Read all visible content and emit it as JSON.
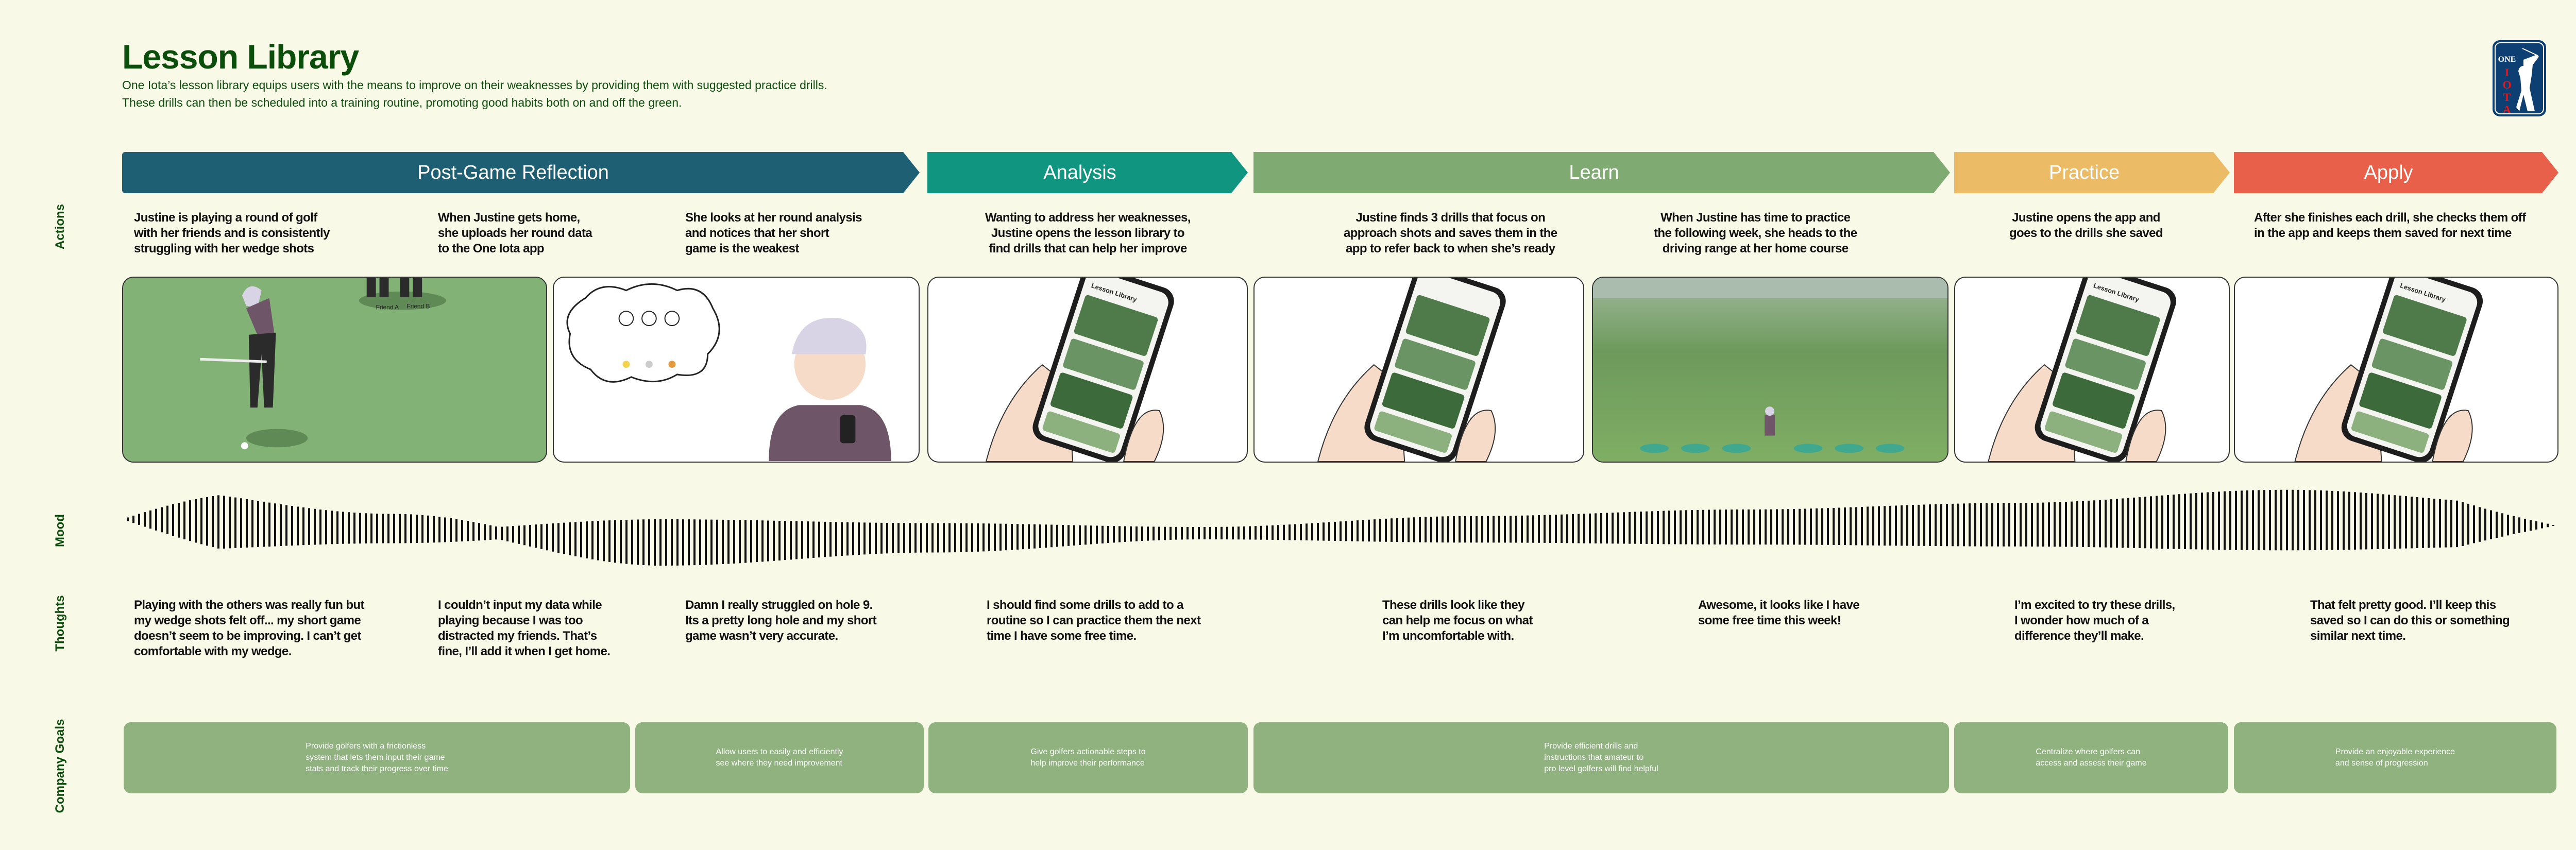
{
  "header": {
    "title": "Lesson Library",
    "subtitle_lines": [
      "One Iota’s lesson library equips users with the means to improve on their weaknesses by providing them with suggested practice drills.",
      "These drills can then be scheduled into a training routine, promoting good habits both on and off the green."
    ],
    "logo": {
      "line1": "ONE",
      "line2": "IOTA",
      "mark": "®"
    }
  },
  "row_labels": {
    "actions": "Actions",
    "mood": "Mood",
    "thoughts": "Thoughts",
    "goals": "Company Goals"
  },
  "colors": {
    "post_game": "#1f5f73",
    "analysis": "#0f9580",
    "learn": "#7faa72",
    "practice": "#ebbb66",
    "apply": "#e9604a",
    "goal_box": "#8fb27f",
    "title": "#0b4d0b",
    "background": "#f8f9e6"
  },
  "phases": [
    {
      "label": "Post-Game Reflection"
    },
    {
      "label": "Analysis"
    },
    {
      "label": "Learn"
    },
    {
      "label": "Practice"
    },
    {
      "label": "Apply"
    }
  ],
  "actions": [
    "Justine is playing a round of golf\nwith her friends and is consistently\nstruggling with her wedge shots",
    "When Justine gets home,\nshe uploads her round data\nto the One Iota app",
    "She looks at her round analysis\nand notices that her short\ngame is the weakest",
    "Wanting to address her weaknesses,\nJustine opens the lesson library to\nfind drills that can help her improve",
    "Justine finds 3 drills that focus on\napproach shots and saves them in the\napp to refer back to when she’s ready",
    "When Justine has time to practice\nthe following week, she heads to the\ndriving range at her home course",
    "Justine opens the app and\ngoes to the drills she saved",
    "After she finishes each drill, she checks them off\nin the app and keeps them saved for next time"
  ],
  "panels": [
    {
      "scene": "golfer-on-course",
      "labels": [
        "Friend A",
        "Friend B"
      ]
    },
    {
      "scene": "round-analysis-thought"
    },
    {
      "scene": "phone-lesson-library",
      "screen_title": "Lesson Library"
    },
    {
      "scene": "phone-saving-drills"
    },
    {
      "scene": "driving-range"
    },
    {
      "scene": "phone-saved-drills",
      "screen_title": "Lesson Library"
    },
    {
      "scene": "phone-checking-drills",
      "screen_title": "Lesson Library"
    }
  ],
  "mood": {
    "curve": [
      0.9,
      0.3,
      -0.6,
      -0.3,
      0.0,
      0.25,
      0.4,
      0.55,
      0.85,
      0.5
    ]
  },
  "thoughts": [
    "Playing with the others was really fun but\nmy wedge shots felt off... my short game\ndoesn’t seem to be improving. I can’t get\ncomfortable with my wedge.",
    "I couldn’t input my data while\nplaying because I was too\ndistracted my friends. That’s\nfine, I’ll add it when I get home.",
    "Damn I really struggled on hole 9.\nIts a pretty long hole and my short\ngame wasn’t very accurate.",
    "I should find some drills to add to a\nroutine so I can practice them the next\ntime I have some free time.",
    "These drills look like they\ncan help me focus on what\nI’m uncomfortable with.",
    "Awesome, it looks like I have\nsome free time this week!",
    "I’m excited to try these drills,\nI wonder how much of a\ndifference they’ll make.",
    "That felt pretty good. I’ll keep this\nsaved so I can do this or something\nsimilar next time."
  ],
  "goals": [
    "Provide golfers with a frictionless\nsystem that lets them input their game\nstats and track their progress over time",
    "Allow users to easily and efficiently\nsee where they need improvement",
    "Give golfers actionable steps to\nhelp improve their performance",
    "Provide efficient drills and\ninstructions that amateur to\npro level golfers will find helpful",
    "Centralize where golfers can\naccess and assess their game",
    "Provide an enjoyable experience\nand sense of progression"
  ]
}
